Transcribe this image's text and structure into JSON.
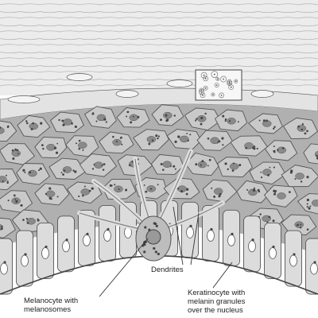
{
  "labels": {
    "melanocyte": {
      "line1": "Melanocyte with",
      "line2": "melanosomes"
    },
    "dendrites": "Dendrites",
    "keratinocyte": {
      "line1": "Keratinocyte with",
      "line2": "melanin granules",
      "line3": "over the nucleus"
    }
  },
  "colors": {
    "background": "#ffffff",
    "stratum_corneum": "#ececec",
    "cell_fill": "#c9c9c9",
    "cell_outline": "#555555",
    "nucleus": "#8a8a8a",
    "melanin_granule": "#444444",
    "basal_cell": "#dcdcdc",
    "melanocyte": "#bdbdbd",
    "leader_line": "#333333"
  },
  "icons": {
    "inset": "magnified-keratinocyte-icon"
  }
}
